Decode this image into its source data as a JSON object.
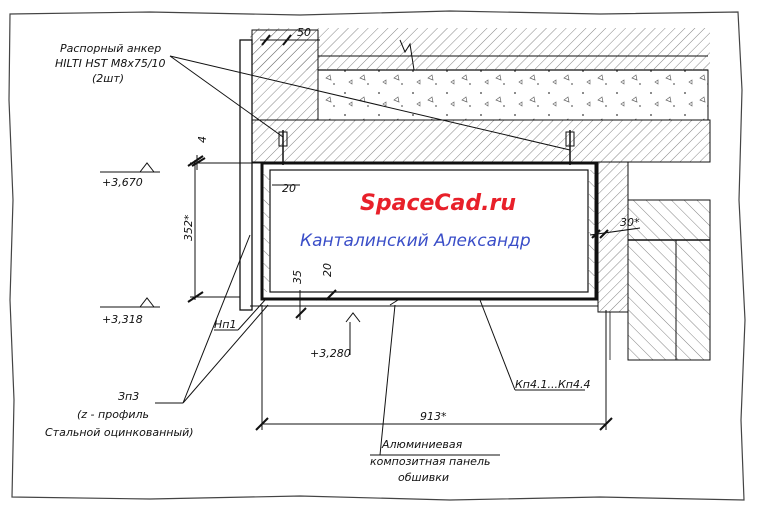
{
  "watermark": {
    "site": "SpaceCad.ru",
    "author": "Канталинский  Александр"
  },
  "labels": {
    "anchor_line1": "Распорный анкер",
    "anchor_line2": "HILTI HST M8x75/10",
    "anchor_line3": "(2шт)",
    "np": "Нп1",
    "zp_line1": "Зп3",
    "zp_line2": "(z - профиль",
    "zp_line3": "Стальной оцинкованный)",
    "kp": "Кп4.1...Кп4.4",
    "panel_line1": "Алюминиевая",
    "panel_line2": "композитная панель",
    "panel_line3": "обшивки"
  },
  "levels": {
    "top": "+3,670",
    "bottom": "+3,318",
    "panel": "+3,280"
  },
  "dimensions": {
    "d50": "50",
    "d4": "4",
    "d20_top": "20",
    "d352": "352*",
    "d35": "35",
    "d20_low": "20",
    "d30": "30*",
    "d913": "913*"
  },
  "colors": {
    "line": "#111111",
    "hatch": "#555555",
    "watermark_red": "#e8202a",
    "watermark_blue": "#3a4ec8"
  }
}
